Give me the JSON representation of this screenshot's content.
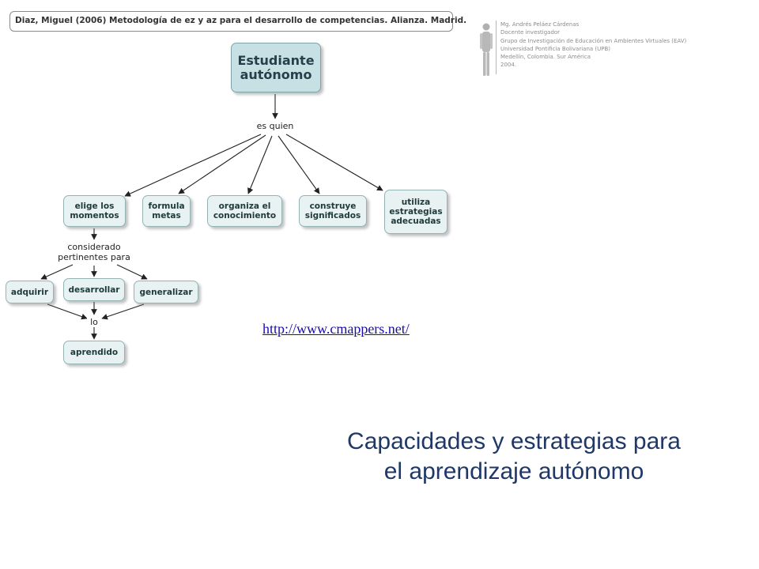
{
  "citation": "Diaz, Miguel (2006) Metodología de ez y az para el desarrollo de competencias. Alianza. Madrid.",
  "author_block": {
    "lines": [
      "Mg. Andrés Peláez Cárdenas",
      "Docente investigador",
      "Grupo de Investigación de Educación en Ambientes Virtuales  (EAV)",
      "Universidad Pontificia Bolivariana (UPB)",
      "Medellín, Colombia. Sur América",
      "2004."
    ]
  },
  "concept_map": {
    "root": "Estudiante\nautónomo",
    "link_root": "es quien",
    "level1": [
      "elige los\nmomentos",
      "formula\nmetas",
      "organiza el\nconocimiento",
      "construye\nsignificados",
      "utiliza\nestrategias\nadecuadas"
    ],
    "link_level1": "considerado\npertinentes para",
    "level2": [
      "adquirir",
      "desarrollar",
      "generalizar"
    ],
    "link_level2": "lo",
    "leaf": "aprendido"
  },
  "url": "http://www.cmappers.net/",
  "title": "Capacidades y estrategias para\nel aprendizaje autónomo",
  "colors": {
    "node_fill": "#e8f2f2",
    "root_fill": "#c7e0e4",
    "arrow": "#222222",
    "title": "#1f3868",
    "link": "#1a0dab"
  }
}
